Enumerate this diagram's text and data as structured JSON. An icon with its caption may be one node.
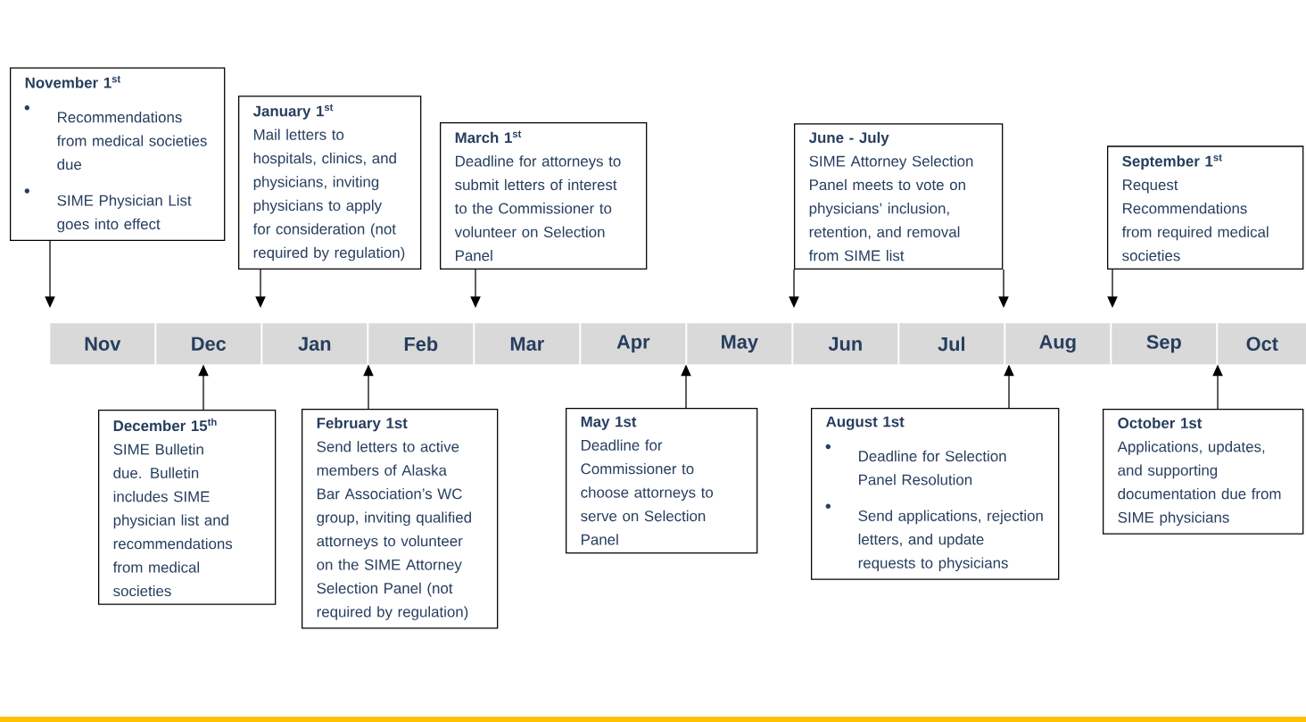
{
  "diagram": {
    "nodes": [
      {
        "text": [
          "November 1$^{st}$",
          "Recommendations from medical societies due",
          "SIME Physician List goes into effect"
        ]
      },
      {
        "text": [
          "January 1$^{st}$",
          "Mail letters to hospitals, clinics, and physicians, inviting physicians to apply for consideration (not required by regulation)"
        ]
      },
      {
        "text": [
          "March 1$^{st}$",
          "Deadline for attorneys to submit letters of interest to the Commissioner to volunteer on Selection Panel"
        ]
      },
      {
        "text": [
          "June - July",
          "SIME Attorney Selection Panel meets to vote on physicians’ inclusion, retention, and removal from SIME list"
        ]
      },
      {
        "text": [
          "September 1$^{st}$",
          "Request Recommendations from required medical societies"
        ]
      },
      {
        "text": [
          "Nov"
        ]
      },
      {
        "text": [
          "Dec"
        ]
      },
      {
        "text": [
          "Jan"
        ]
      },
      {
        "text": [
          "Feb"
        ]
      },
      {
        "text": [
          "Mar"
        ]
      },
      {
        "text": [
          "Apr"
        ]
      },
      {
        "text": [
          "May"
        ]
      },
      {
        "text": [
          "Jun"
        ]
      },
      {
        "text": [
          "Jul"
        ]
      },
      {
        "text": [
          "Aug"
        ]
      },
      {
        "text": [
          "Sep"
        ]
      },
      {
        "text": [
          "Oct"
        ]
      },
      {
        "text": [
          "December 15$^{th}$",
          "SIME Bulletin due. Bulletin includes SIME physician list and recommendations from medical societies"
        ]
      },
      {
        "text": [
          "February 1st",
          "Send letters to active members of Alaska Bar Association’s WC group, inviting qualified attorneys to volunteer on the SIME Attorney Selection Panel (not required by regulation)"
        ]
      },
      {
        "text": [
          "May 1st",
          "Deadline for Commissioner to choose attorneys to serve on Selection Panel"
        ]
      },
      {
        "text": [
          "August 1st",
          "Deadline for Selection Panel Resolution",
          "Send applications, rejection letters, and update requests to physicians"
        ]
      },
      {
        "text": [
          "October 1st",
          "Applications, updates, and supporting documentation due from SIME physicians"
        ]
      }
    ],
    "edges": [
      {
        "from": 0,
        "to": null,
        "arrow": "to"
      },
      {
        "from": 1,
        "to": null,
        "arrow": "to"
      },
      {
        "from": 2,
        "to": null,
        "arrow": "to"
      },
      {
        "from": 3,
        "to": null,
        "arrow": "to"
      },
      {
        "from": 3,
        "to": null,
        "arrow": "to"
      },
      {
        "from": 4,
        "to": null,
        "arrow": "to"
      },
      {
        "from": 17,
        "to": 6,
        "arrow": "to"
      },
      {
        "from": 18,
        "to": 8,
        "arrow": "to"
      },
      {
        "from": 19,
        "to": 10,
        "arrow": "to"
      },
      {
        "from": 20,
        "to": 13,
        "arrow": "to"
      },
      {
        "from": 21,
        "to": 16,
        "arrow": "to"
      }
    ]
  }
}
